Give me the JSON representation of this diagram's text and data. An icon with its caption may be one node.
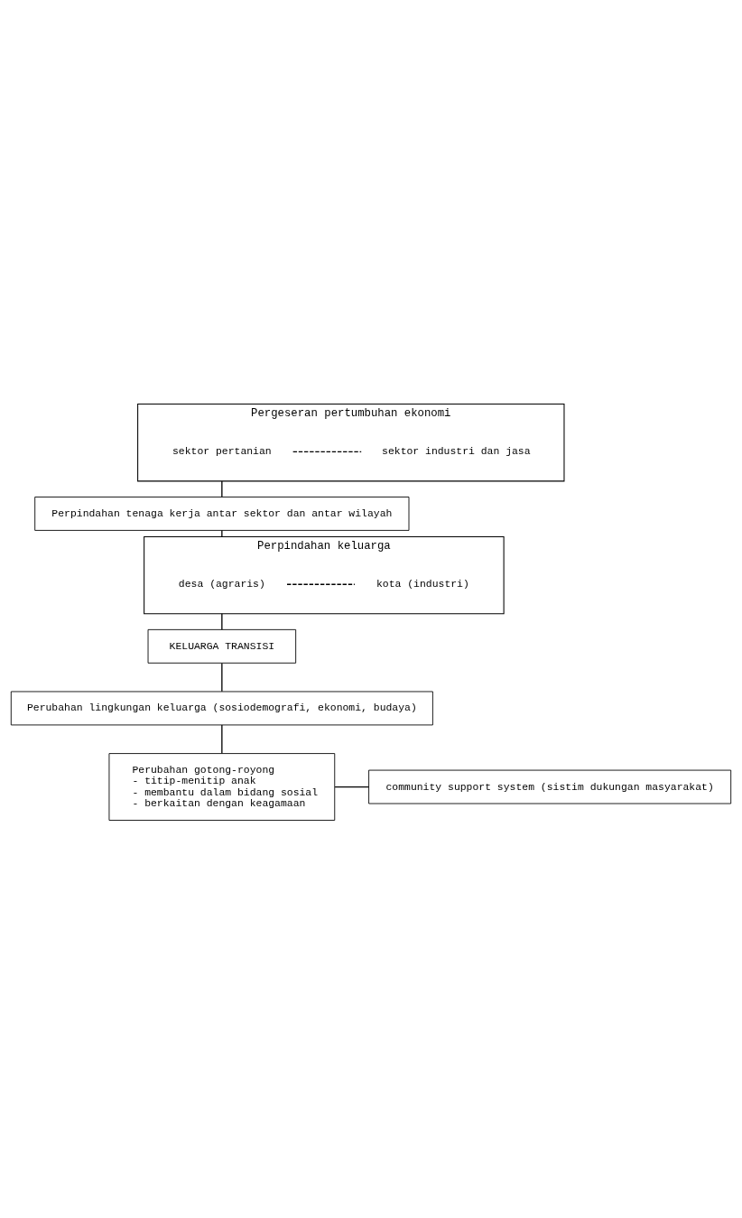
{
  "diagram": {
    "nodes": [
      {
        "text": [
          "Pergeseran pertumbuhan ekonomi"
        ]
      },
      {
        "text": [
          "sektor pertanian"
        ],
        "in": 0
      },
      {
        "text": [
          "sektor industri dan jasa"
        ],
        "in": 0
      },
      {
        "text": [
          "Perpindahan tenaga kerja antar sektor dan antar wilayah"
        ]
      },
      {
        "text": [
          "Perpindahan keluarga"
        ]
      },
      {
        "text": [
          "desa (agraris)"
        ],
        "in": 4
      },
      {
        "text": [
          "kota (industri)"
        ],
        "in": 4
      },
      {
        "text": [
          "KELUARGA TRANSISI"
        ]
      },
      {
        "text": [
          "Perubahan lingkungan keluarga (sosiodemografi, ekonomi, budaya)"
        ]
      },
      {
        "text": [
          "Perubahan gotong-royong",
          "- titip-menitip anak",
          "- membantu dalam bidang sosial",
          "- berkaitan dengan keagamaan"
        ]
      },
      {
        "text": [
          "community support system (sistim dukungan masyarakat)"
        ]
      }
    ],
    "edges": [
      {
        "from": 1,
        "to": 2,
        "arrow": "none",
        "style": "dashed"
      },
      {
        "from": 0,
        "to": 3,
        "arrow": "none"
      },
      {
        "from": 3,
        "to": 4,
        "arrow": "none"
      },
      {
        "from": 5,
        "to": 6,
        "arrow": "none",
        "style": "dashed"
      },
      {
        "from": 4,
        "to": 7,
        "arrow": "none"
      },
      {
        "from": 7,
        "to": 8,
        "arrow": "none"
      },
      {
        "from": 8,
        "to": 9,
        "arrow": "none"
      },
      {
        "from": 9,
        "to": 10,
        "arrow": "none"
      }
    ]
  }
}
